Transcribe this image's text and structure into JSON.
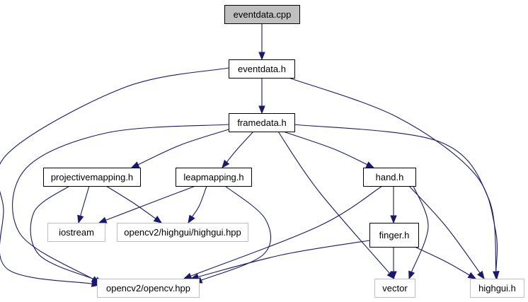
{
  "colors": {
    "edge": "#191970",
    "root_fill": "#bfbfbf",
    "box_fill": "#ffffff",
    "documented_border": "#000000",
    "external_border": "#bfbfbf"
  },
  "nodes": [
    {
      "id": "eventdata_cpp",
      "label": "eventdata.cpp",
      "kind": "root"
    },
    {
      "id": "eventdata_h",
      "label": "eventdata.h",
      "kind": "documented"
    },
    {
      "id": "framedata_h",
      "label": "framedata.h",
      "kind": "documented"
    },
    {
      "id": "projectivemapping_h",
      "label": "projectivemapping.h",
      "kind": "documented"
    },
    {
      "id": "leapmapping_h",
      "label": "leapmapping.h",
      "kind": "documented"
    },
    {
      "id": "hand_h",
      "label": "hand.h",
      "kind": "documented"
    },
    {
      "id": "finger_h",
      "label": "finger.h",
      "kind": "documented"
    },
    {
      "id": "iostream",
      "label": "iostream",
      "kind": "external"
    },
    {
      "id": "highgui_hpp",
      "label": "opencv2/highgui/highgui.hpp",
      "kind": "external"
    },
    {
      "id": "opencv_hpp",
      "label": "opencv2/opencv.hpp",
      "kind": "external"
    },
    {
      "id": "vector",
      "label": "vector",
      "kind": "external"
    },
    {
      "id": "highgui_h",
      "label": "highgui.h",
      "kind": "external"
    }
  ],
  "edges": [
    {
      "from": "eventdata_cpp",
      "to": "eventdata_h"
    },
    {
      "from": "eventdata_h",
      "to": "framedata_h"
    },
    {
      "from": "eventdata_h",
      "to": "opencv_hpp"
    },
    {
      "from": "eventdata_h",
      "to": "highgui_h"
    },
    {
      "from": "framedata_h",
      "to": "projectivemapping_h"
    },
    {
      "from": "framedata_h",
      "to": "leapmapping_h"
    },
    {
      "from": "framedata_h",
      "to": "hand_h"
    },
    {
      "from": "framedata_h",
      "to": "opencv_hpp"
    },
    {
      "from": "framedata_h",
      "to": "vector"
    },
    {
      "from": "framedata_h",
      "to": "highgui_h"
    },
    {
      "from": "projectivemapping_h",
      "to": "iostream"
    },
    {
      "from": "projectivemapping_h",
      "to": "highgui_hpp"
    },
    {
      "from": "projectivemapping_h",
      "to": "opencv_hpp"
    },
    {
      "from": "leapmapping_h",
      "to": "iostream"
    },
    {
      "from": "leapmapping_h",
      "to": "highgui_hpp"
    },
    {
      "from": "leapmapping_h",
      "to": "opencv_hpp"
    },
    {
      "from": "hand_h",
      "to": "finger_h"
    },
    {
      "from": "hand_h",
      "to": "opencv_hpp"
    },
    {
      "from": "hand_h",
      "to": "vector"
    },
    {
      "from": "hand_h",
      "to": "highgui_h"
    },
    {
      "from": "finger_h",
      "to": "opencv_hpp"
    },
    {
      "from": "finger_h",
      "to": "vector"
    },
    {
      "from": "finger_h",
      "to": "highgui_h"
    }
  ]
}
